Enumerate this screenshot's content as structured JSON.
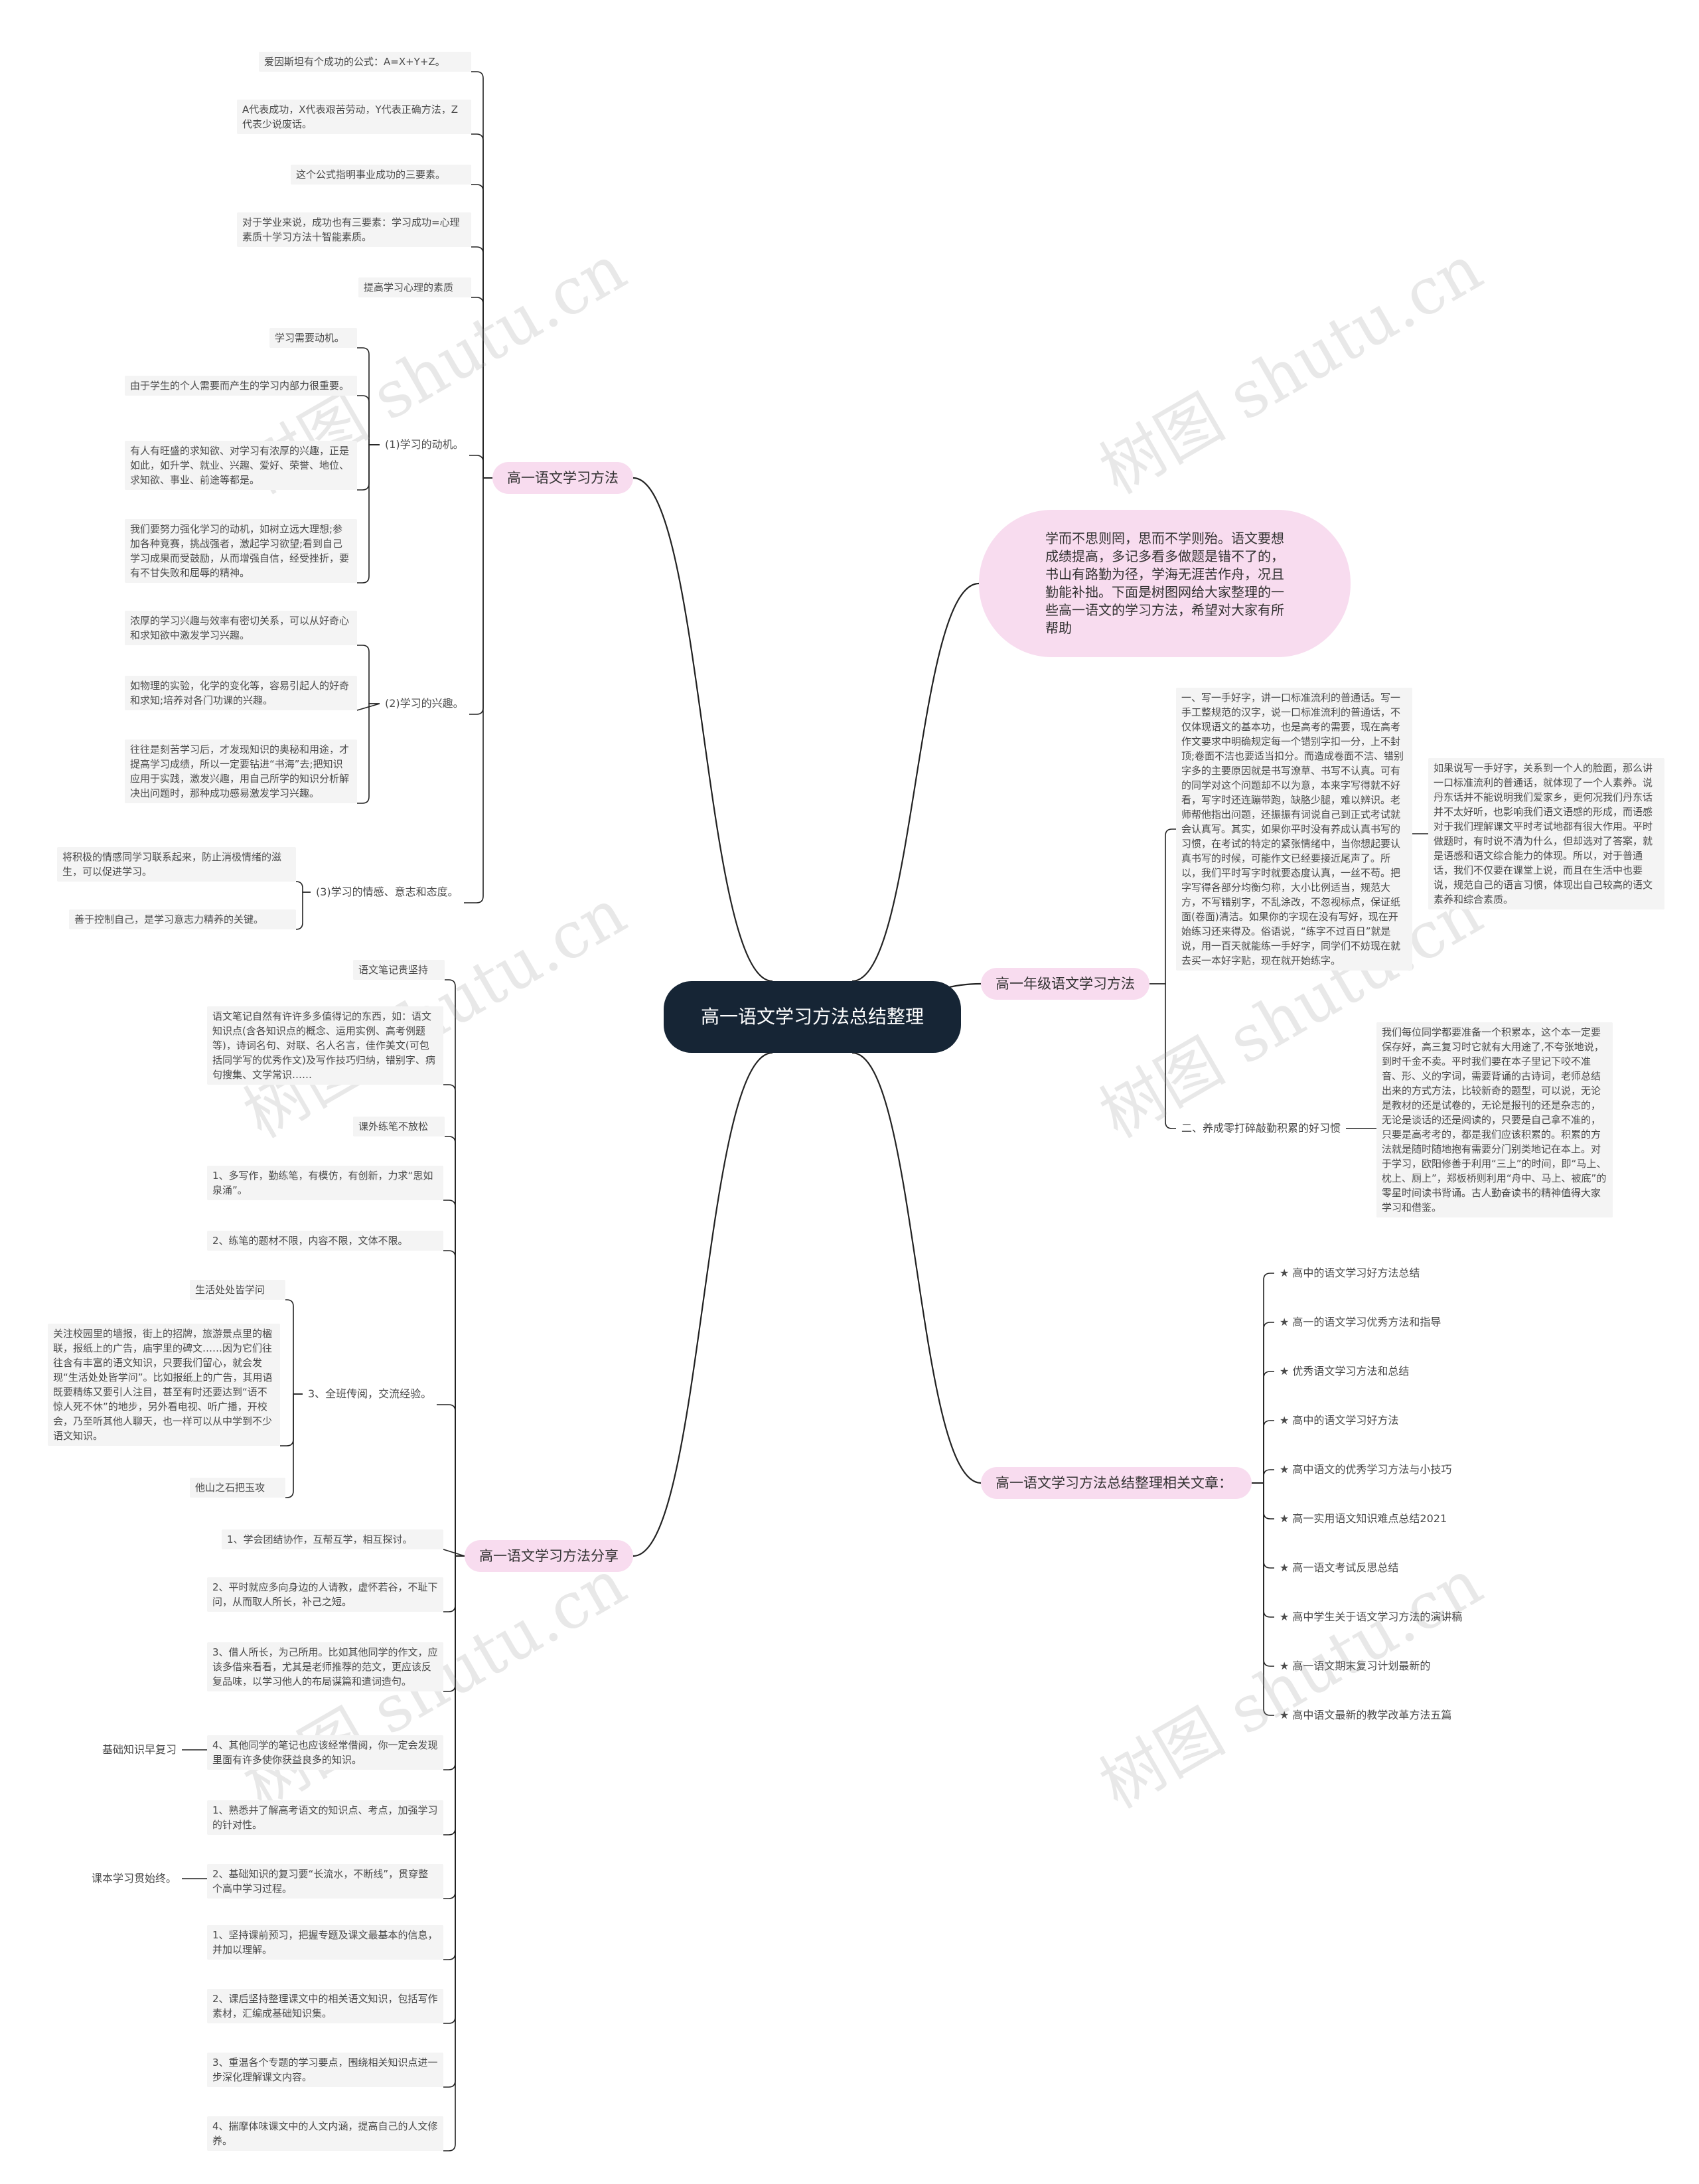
{
  "center": "高一语文学习方法总结整理",
  "intro": "学而不思则罔，思而不学则殆。语文要想成绩提高，多记多看多做题是错不了的，书山有路勤为径，学海无涯苦作舟，况且勤能补拙。下面是树图网给大家整理的一些高一语文的学习方法，希望对大家有所帮助",
  "watermark": "树图 shutu.cn",
  "b1": {
    "label": "高一语文学习方法",
    "formula1": "爱因斯坦有个成功的公式：A=X+Y+Z。",
    "formula2": "A代表成功，X代表艰苦劳动，Y代表正确方法，Z代表少说废话。",
    "formula3": "这个公式指明事业成功的三要素。",
    "formula4": "对于学业来说，成功也有三要素：学习成功=心理素质十学习方法十智能素质。",
    "mind": "提高学习心理的素质",
    "m1": {
      "label": "(1)学习的动机。",
      "items": [
        "学习需要动机。",
        "由于学生的个人需要而产生的学习内部力很重要。",
        "有人有旺盛的求知欲、对学习有浓厚的兴趣，正是如此，如升学、就业、兴趣、爱好、荣誉、地位、求知欲、事业、前途等都是。",
        "我们要努力强化学习的动机，如树立远大理想;参加各种竞赛，挑战强者，激起学习欲望;看到自己学习成果而受鼓励，从而增强自信，经受挫折，要有不甘失败和屈辱的精神。"
      ]
    },
    "m2": {
      "label": "(2)学习的兴趣。",
      "items": [
        "浓厚的学习兴趣与效率有密切关系，可以从好奇心和求知欲中激发学习兴趣。",
        "如物理的实验，化学的变化等，容易引起人的好奇和求知;培养对各门功课的兴趣。",
        "往往是刻苦学习后，才发现知识的奥秘和用途，才提高学习成绩，所以一定要钻进“书海”去;把知识应用于实践，激发兴趣，用自己所学的知识分析解决出问题时，那种成功感易激发学习兴趣。"
      ]
    },
    "m3": {
      "label": "(3)学习的情感、意志和态度。",
      "items": [
        "将积极的情感同学习联系起来，防止消极情绪的滋生，可以促进学习。",
        "善于控制自己，是学习意志力精养的关键。"
      ]
    }
  },
  "b2": {
    "label": "高一语文学习方法分享",
    "note": {
      "label": "语文笔记贵坚持",
      "content": "语文笔记自然有许许多多值得记的东西，如：语文知识点(含各知识点的概念、运用实例、高考例题等)，诗词名句、对联、名人名言，佳作美文(可包括同学写的优秀作文)及写作技巧归纳，错别字、病句搜集、文学常识……"
    },
    "practice": {
      "label": "课外练笔不放松",
      "items": [
        "1、多写作，勤练笔，有模仿，有创新，力求“思如泉涌”。",
        "2、练笔的题材不限，内容不限，文体不限。"
      ]
    },
    "exchange": {
      "label": "3、全班传阅，交流经验。",
      "life": "生活处处皆学问",
      "life_detail": "关注校园里的墙报，街上的招牌，旅游景点里的楹联，报纸上的广告，庙宇里的碑文……因为它们往往含有丰富的语文知识，只要我们留心，就会发现“生活处处皆学问”。比如报纸上的广告，其用语既要精练又要引人注目，甚至有时还要达到“语不惊人死不休”的地步，另外看电视、听广播，开校会，乃至听其他人聊天，也一样可以从中学到不少语文知识。",
      "stone": "他山之石把玉攻"
    },
    "coop": [
      "1、学会团结协作，互帮互学，相互探讨。",
      "2、平时就应多向身边的人请教，虚怀若谷，不耻下问，从而取人所长，补己之短。",
      "3、借人所长，为己所用。比如其他同学的作文，应该多借来看看，尤其是老师推荐的范文，更应该反复品味，以学习他人的布局谋篇和遣词造句。",
      "4、其他同学的笔记也应该经常借阅，你一定会发现里面有许多使你获益良多的知识。"
    ],
    "basic": {
      "label": "基础知识早复习",
      "items": [
        "1、熟悉并了解高考语文的知识点、考点，加强学习的针对性。",
        "2、基础知识的复习要“长流水，不断线”，贯穿整个高中学习过程。"
      ]
    },
    "textbook": {
      "label": "课本学习贯始终。",
      "items": [
        "1、坚持课前预习，把握专题及课文最基本的信息，并加以理解。",
        "2、课后坚持整理课文中的相关语文知识，包括写作素材，汇编成基础知识集。",
        "3、重温各个专题的学习要点，围绕相关知识点进一步深化理解课文内容。",
        "4、揣摩体味课文中的人文内涵，提高自己的人文修养。"
      ]
    }
  },
  "b3": {
    "label": "高一年级语文学习方法",
    "p1": {
      "label": "一、写一手好字，讲一口标准流利的普通话。写一手工整规范的汉字，说一口标准流利的普通话，不仅体现语文的基本功，也是高考的需要，现在高考作文要求中明确规定每一个错别字扣一分，上不封顶;卷面不洁也要适当扣分。而造成卷面不洁、错别字多的主要原因就是书写潦草、书写不认真。可有的同学对这个问题却不以为意，本来字写得就不好看，写字时还连蹦带跑，缺胳少腿，难以辨识。老师帮他指出问题，还振振有词说自己到正式考试就会认真写。其实，如果你平时没有养成认真书写的习惯，在考试的特定的紧张情绪中，当你想起要认真书写的时候，可能作文已经要接近尾声了。所以，我们平时写字时就要态度认真，一丝不苟。把字写得各部分均衡匀称，大小比例适当，规范大方，不写错别字，不乱涂改，不忽视标点，保证纸面(卷面)清洁。如果你的字现在没有写好，现在开始练习还来得及。俗语说，“练字不过百日”就是说，用一百天就能练一手好字，同学们不妨现在就去买一本好字贴，现在就开始练字。",
      "detail": "如果说写一手好字，关系到一个人的脸面，那么讲一口标准流利的普通话，就体现了一个人素养。说丹东话并不能说明我们爱家乡，更何况我们丹东话并不太好听，也影响我们语文语感的形成，而语感对于我们理解课文平时考试地都有很大作用。平时做题时，有时说不清为什么，但却选对了答案，就是语感和语文综合能力的体现。所以，对于普通话，我们不仅要在课堂上说，而且在生活中也要说，规范自己的语言习惯，体现出自己较高的语文素养和综合素质。"
    },
    "p2": {
      "label": "二、养成零打碎敲勤积累的好习惯",
      "detail": "我们每位同学都要准备一个积累本，这个本一定要保存好，高三复习时它就有大用途了,不夸张地说，到时千金不卖。平时我们要在本子里记下咬不准音、形、义的字词，需要背诵的古诗词，老师总结出来的方式方法，比较新奇的题型，可以说，无论是教材的还是试卷的，无论是报刊的还是杂志的，无论是谈话的还是阅读的，只要是自己拿不准的，只要是高考考的，都是我们应该积累的。积累的方法就是随时随地抱有需要分门别类地记在本上。对于学习，欧阳修善于利用“三上”的时间，即“马上、枕上、厕上”，郑板桥则利用“舟中、马上、被底”的零星时间读书背诵。古人勤奋读书的精神值得大家学习和借鉴。"
    }
  },
  "b4": {
    "label": "高一语文学习方法总结整理相关文章：",
    "items": [
      "★ 高中的语文学习好方法总结",
      "★ 高一的语文学习优秀方法和指导",
      "★ 优秀语文学习方法和总结",
      "★ 高中的语文学习好方法",
      "★ 高中语文的优秀学习方法与小技巧",
      "★ 高一实用语文知识难点总结2021",
      "★ 高一语文考试反思总结",
      "★ 高中学生关于语文学习方法的演讲稿",
      "★ 高一语文期末复习计划最新的",
      "★ 高中语文最新的教学改革方法五篇"
    ]
  },
  "colors": {
    "center": "#162535",
    "branch": "#f8dcef",
    "leaf": "#f4f4f4",
    "line": "#222222"
  }
}
